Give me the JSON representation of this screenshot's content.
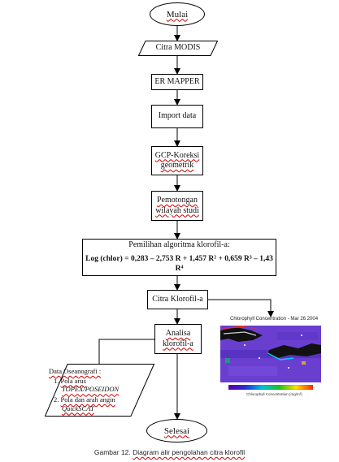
{
  "nodes": {
    "start": "Mulai",
    "modis": "Citra MODIS",
    "ermapper": "ER MAPPER",
    "import": "Import data",
    "gcp_1": "GCP-Koreksi",
    "gcp_2": "geometrik",
    "crop_1": "Pemotongan",
    "crop_2": "wilayah studi",
    "algo_title": "Pemilihan algoritma klorofil-a:",
    "algo_formula": "Log (chlor) = 0,283 – 2,753 R + 1,457 R² + 0,659 R³ – 1,43 R⁴",
    "chl_image": "Citra Klorofil-a",
    "analysis_1": "Analisa",
    "analysis_2": "klorofil-a",
    "end": "Selesai"
  },
  "ocean_data": {
    "title": "Data Oseanografi :",
    "items": [
      {
        "num": "1.",
        "line1": "Pola arus",
        "line2": "TOPEX/POSEIDON"
      },
      {
        "num": "2.",
        "line1": "Pola dan arah angin",
        "line2": "QuickSCAT"
      }
    ]
  },
  "map_figure": {
    "title": "Chlorophyll Concentration - Mar 26 2004",
    "colorbar_label": "Chlorophyll Concentration (mg/m³)",
    "colors": {
      "sea": "#6a3fd0",
      "land": "#111111",
      "low": "#2a2ad8",
      "high": "#ff2a00"
    }
  },
  "caption": {
    "label": "Gambar 12.",
    "text": "Diagram alir pengolahan citra klorofil"
  }
}
